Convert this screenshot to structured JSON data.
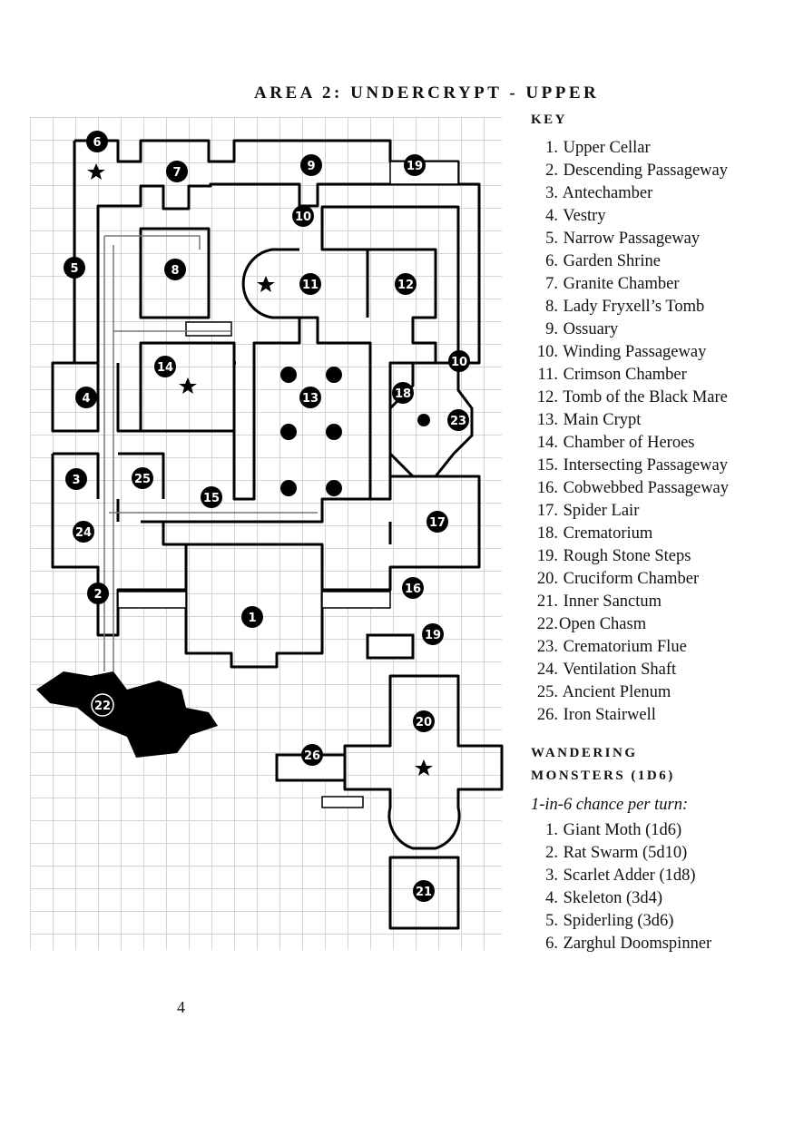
{
  "page_title": "AREA 2: UNDERCRYPT - UPPER",
  "key_heading": "KEY",
  "key": [
    {
      "num": "1.",
      "name": "Upper Cellar"
    },
    {
      "num": "2.",
      "name": "Descending Passageway"
    },
    {
      "num": "3.",
      "name": "Antechamber"
    },
    {
      "num": "4.",
      "name": "Vestry"
    },
    {
      "num": "5.",
      "name": "Narrow Passageway"
    },
    {
      "num": "6.",
      "name": "Garden Shrine"
    },
    {
      "num": "7.",
      "name": "Granite Chamber"
    },
    {
      "num": "8.",
      "name": "Lady Fryxell’s Tomb"
    },
    {
      "num": "9.",
      "name": "Ossuary"
    },
    {
      "num": "10.",
      "name": "Winding Passageway"
    },
    {
      "num": "11.",
      "name": "Crimson Chamber"
    },
    {
      "num": "12.",
      "name": "Tomb of the Black Mare"
    },
    {
      "num": "13.",
      "name": "Main Crypt"
    },
    {
      "num": "14.",
      "name": "Chamber of Heroes"
    },
    {
      "num": "15.",
      "name": "Intersecting Passageway"
    },
    {
      "num": "16.",
      "name": "Cobwebbed Passageway"
    },
    {
      "num": "17.",
      "name": "Spider Lair"
    },
    {
      "num": "18.",
      "name": "Crematorium"
    },
    {
      "num": "19.",
      "name": "Rough Stone Steps"
    },
    {
      "num": "20.",
      "name": "Cruciform Chamber"
    },
    {
      "num": "21.",
      "name": "Inner Sanctum"
    },
    {
      "num": "22.",
      "name": "Open Chasm"
    },
    {
      "num": "23.",
      "name": "Crematorium Flue"
    },
    {
      "num": "24.",
      "name": "Ventilation Shaft"
    },
    {
      "num": "25.",
      "name": "Ancient Plenum"
    },
    {
      "num": "26.",
      "name": "Iron Stairwell"
    }
  ],
  "wandering_heading_line1": "WANDERING",
  "wandering_heading_line2": "MONSTERS (1D6)",
  "chance_text": "1-in-6 chance per turn:",
  "monsters": [
    {
      "num": "1.",
      "name": "Giant Moth (1d6)"
    },
    {
      "num": "2.",
      "name": "Rat Swarm (5d10)"
    },
    {
      "num": "3.",
      "name": "Scarlet Adder (1d8)"
    },
    {
      "num": "4.",
      "name": "Skeleton (3d4)"
    },
    {
      "num": "5.",
      "name": "Spiderling (3d6)"
    },
    {
      "num": "6.",
      "name": "Zarghul Doomspinner"
    }
  ],
  "map_labels": [
    "1",
    "2",
    "3",
    "4",
    "5",
    "6",
    "7",
    "8",
    "9",
    "10",
    "10",
    "11",
    "12",
    "13",
    "14",
    "15",
    "16",
    "17",
    "18",
    "19",
    "19",
    "20",
    "21",
    "22",
    "23",
    "24",
    "25",
    "26"
  ],
  "page_number": "4"
}
